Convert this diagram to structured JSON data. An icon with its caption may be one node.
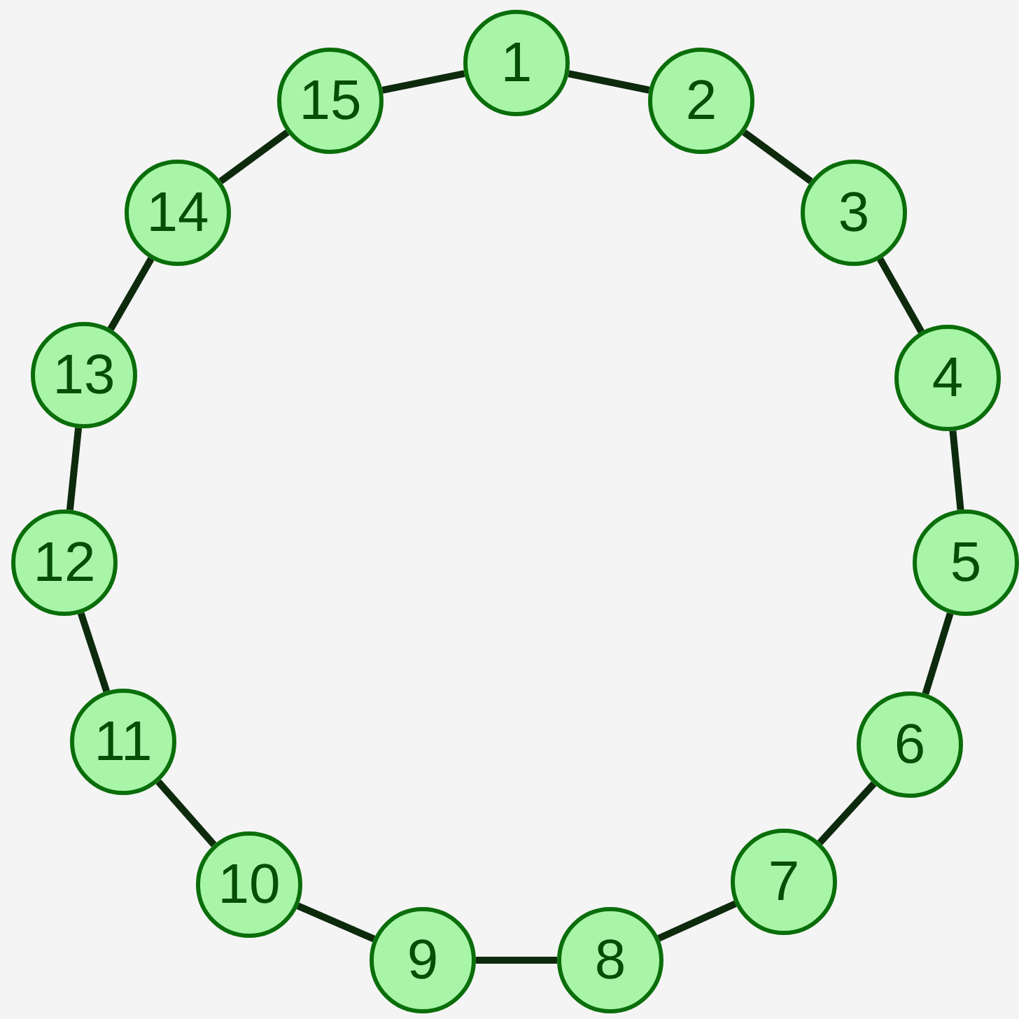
{
  "diagram": {
    "nodes": [
      {
        "text": [
          "1"
        ]
      },
      {
        "text": [
          "2"
        ]
      },
      {
        "text": [
          "3"
        ]
      },
      {
        "text": [
          "4"
        ]
      },
      {
        "text": [
          "5"
        ]
      },
      {
        "text": [
          "6"
        ]
      },
      {
        "text": [
          "7"
        ]
      },
      {
        "text": [
          "8"
        ]
      },
      {
        "text": [
          "9"
        ]
      },
      {
        "text": [
          "10"
        ]
      },
      {
        "text": [
          "11"
        ]
      },
      {
        "text": [
          "12"
        ]
      },
      {
        "text": [
          "13"
        ]
      },
      {
        "text": [
          "14"
        ]
      },
      {
        "text": [
          "15"
        ]
      }
    ],
    "edges": [
      {
        "from": 0,
        "to": 1,
        "arrow": "none"
      },
      {
        "from": 1,
        "to": 2,
        "arrow": "none"
      },
      {
        "from": 2,
        "to": 3,
        "arrow": "none"
      },
      {
        "from": 3,
        "to": 4,
        "arrow": "none"
      },
      {
        "from": 4,
        "to": 5,
        "arrow": "none"
      },
      {
        "from": 5,
        "to": 6,
        "arrow": "none"
      },
      {
        "from": 6,
        "to": 7,
        "arrow": "none"
      },
      {
        "from": 7,
        "to": 8,
        "arrow": "none"
      },
      {
        "from": 8,
        "to": 9,
        "arrow": "none"
      },
      {
        "from": 9,
        "to": 10,
        "arrow": "none"
      },
      {
        "from": 10,
        "to": 11,
        "arrow": "none"
      },
      {
        "from": 11,
        "to": 12,
        "arrow": "none"
      },
      {
        "from": 12,
        "to": 13,
        "arrow": "none"
      },
      {
        "from": 13,
        "to": 14,
        "arrow": "none"
      },
      {
        "from": 14,
        "to": 0,
        "arrow": "none"
      }
    ]
  }
}
